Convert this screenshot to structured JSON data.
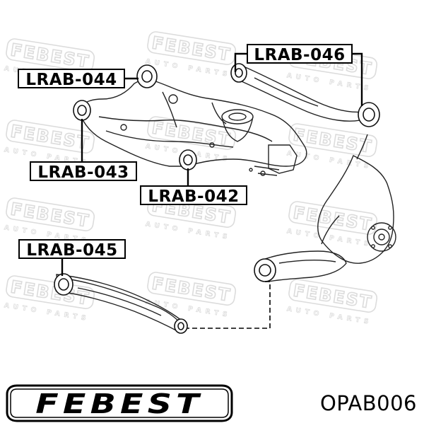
{
  "callouts": {
    "lrab044": "LRAB-044",
    "lrab046": "LRAB-046",
    "lrab043": "LRAB-043",
    "lrab042": "LRAB-042",
    "lrab045": "LRAB-045"
  },
  "watermark": {
    "brand": "FEBEST",
    "tagline": "AUTO PARTS"
  },
  "logo": {
    "text": "FEBEST"
  },
  "part_number": "OPAB006",
  "colors": {
    "ink": "#000000",
    "watermark": "#e2e2e2",
    "background": "#ffffff"
  }
}
